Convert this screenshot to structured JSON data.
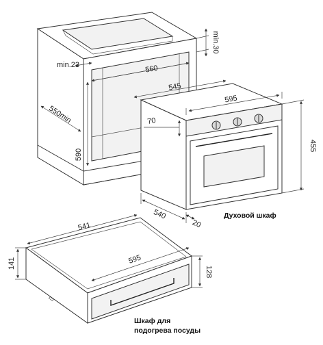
{
  "dimensions": {
    "cabinet_top_min": "min.30",
    "cabinet_side_min": "min.23",
    "cabinet_inner_width": "560",
    "cabinet_depth": "550min",
    "cabinet_height": "590",
    "oven_depth": "545",
    "oven_width": "595",
    "oven_panel": "70",
    "oven_height": "455",
    "oven_body_depth": "540",
    "oven_front_offset": "20",
    "drawer_depth": "541",
    "drawer_width": "595",
    "drawer_height": "141",
    "drawer_front_height": "128"
  },
  "captions": {
    "oven": "Духовой шкаф",
    "warming_drawer_line1": "Шкаф для",
    "warming_drawer_line2": "подогрева посуды"
  },
  "colors": {
    "line": "#333333",
    "panel": "#d9d9d9",
    "background": "#ffffff"
  }
}
